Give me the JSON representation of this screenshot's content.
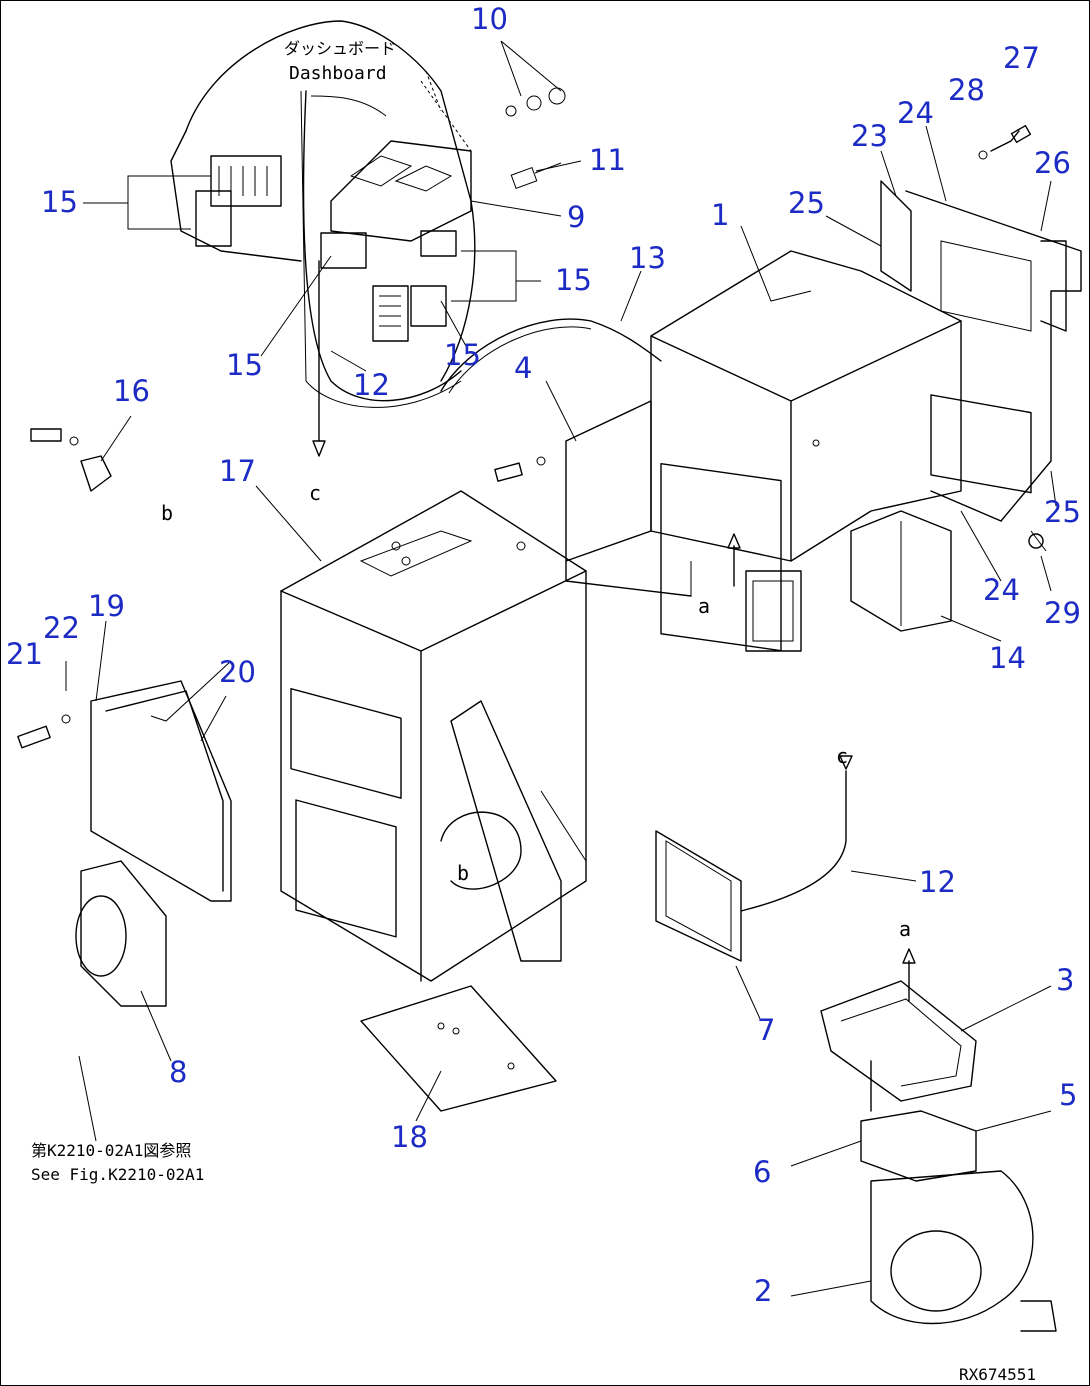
{
  "figure": {
    "code": "RX674551",
    "dashboard_label_jp": "ダッシュボード",
    "dashboard_label_en": "Dashboard",
    "see_fig_jp": "第K2210-02A1図参照",
    "see_fig_en": "See Fig.K2210-02A1",
    "colors": {
      "callout": "#1c2bc4",
      "line": "#000000",
      "background": "#ffffff"
    }
  },
  "callouts": {
    "c1": "1",
    "c2": "2",
    "c3": "3",
    "c4": "4",
    "c5": "5",
    "c6": "6",
    "c7": "7",
    "c8": "8",
    "c9": "9",
    "c10": "10",
    "c11": "11",
    "c12a": "12",
    "c12b": "12",
    "c13": "13",
    "c14": "14",
    "c15a": "15",
    "c15b": "15",
    "c15c": "15",
    "c15d": "15",
    "c16": "16",
    "c17": "17",
    "c18": "18",
    "c19": "19",
    "c20": "20",
    "c21": "21",
    "c22": "22",
    "c23": "23",
    "c24a": "24",
    "c24b": "24",
    "c25a": "25",
    "c25b": "25",
    "c26": "26",
    "c27": "27",
    "c28": "28",
    "c29": "29"
  },
  "refs": {
    "a1": "a",
    "a2": "a",
    "b1": "b",
    "b2": "b",
    "c1": "c",
    "c2": "c"
  }
}
